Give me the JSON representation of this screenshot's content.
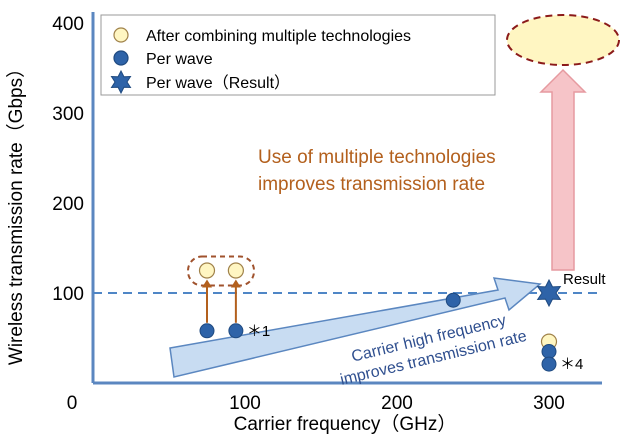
{
  "chart_data": {
    "type": "scatter",
    "xlabel": "Carrier frequency（GHz）",
    "ylabel": "Wireless transmission rate（Gbps）",
    "xlim": [
      0,
      330
    ],
    "ylim": [
      0,
      400
    ],
    "x_ticks": [
      "0",
      "100",
      "200",
      "300"
    ],
    "y_ticks": [
      "100",
      "200",
      "300",
      "400"
    ],
    "grid": false,
    "legend_position": "top-left",
    "series": [
      {
        "name": "After combining multiple technologies",
        "marker": "circle",
        "color": "#fff6c2",
        "points": [
          {
            "x": 75,
            "y": 125
          },
          {
            "x": 94,
            "y": 125
          },
          {
            "x": 300,
            "y": 46
          }
        ]
      },
      {
        "name": "Per wave",
        "marker": "circle",
        "color": "#2e63a8",
        "points": [
          {
            "x": 75,
            "y": 58,
            "label": ""
          },
          {
            "x": 94,
            "y": 58,
            "label": "＊1"
          },
          {
            "x": 237,
            "y": 92,
            "label": ""
          },
          {
            "x": 300,
            "y": 35,
            "label": ""
          },
          {
            "x": 300,
            "y": 21,
            "label": "＊4"
          }
        ]
      },
      {
        "name": "Per wave（Result）",
        "marker": "star",
        "color": "#2e63a8",
        "points": [
          {
            "x": 300,
            "y": 100,
            "label": "Result"
          }
        ]
      }
    ],
    "reference_line": {
      "y": 100,
      "style": "dashed",
      "color": "#4f86c6"
    },
    "annotations": {
      "multi_tech_line1": "Use of multiple technologies",
      "multi_tech_line2": "improves transmission rate",
      "high_freq_line1": "Carrier high frequency",
      "high_freq_line2": "improves transmission rate",
      "orange_color": "#b3601d",
      "pink_arrow_color": "#f6c4c8",
      "blue_arrow_color": "#c8dcf2",
      "target_ellipse_color": "#fff6c2"
    }
  }
}
